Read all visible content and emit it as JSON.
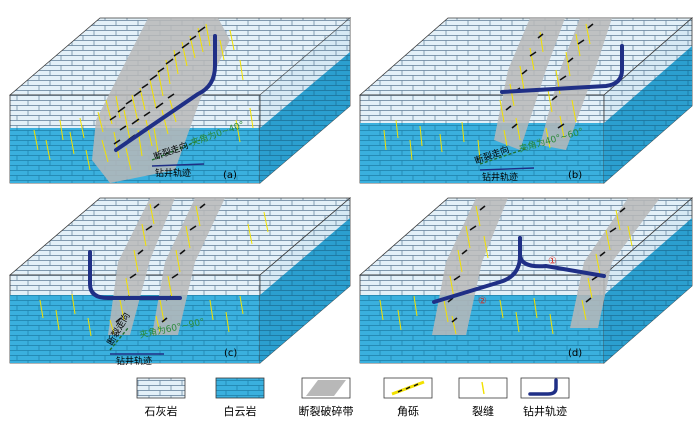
{
  "panels": [
    {
      "letter": "(a)",
      "label_strike": "断裂走向",
      "label_angle": "夹角为0~40°",
      "label_well": "钻井轨迹"
    },
    {
      "letter": "(b)",
      "label_strike": "断裂走向",
      "label_angle": "夹角为40°~60°",
      "label_well": "钻井轨迹"
    },
    {
      "letter": "(c)",
      "label_strike": "断裂走向",
      "label_angle": "夹角为60°~90°",
      "label_well": "钻井轨迹"
    },
    {
      "letter": "(d)",
      "marker1": "①",
      "marker2": "②"
    }
  ],
  "legend": [
    {
      "key": "limestone",
      "label": "石灰岩"
    },
    {
      "key": "dolomite",
      "label": "白云岩"
    },
    {
      "key": "fault_zone",
      "label": "断裂破碎带"
    },
    {
      "key": "breccia",
      "label": "角砾"
    },
    {
      "key": "fracture",
      "label": "裂缝"
    },
    {
      "key": "well",
      "label": "钻井轨迹"
    }
  ],
  "colors": {
    "limestone": "#e3f0f8",
    "limestone_side": "#d6e9f4",
    "dolomite": "#3ab0de",
    "dolomite_dark": "#2b9fcf",
    "brick_line": "#5f7d97",
    "fault_zone": "#b8b8b8",
    "fracture": "#f2e100",
    "breccia": "#111111",
    "well": "#1f2f86",
    "angle_text": "#2a8a3a",
    "edge": "#3a3a3a"
  }
}
